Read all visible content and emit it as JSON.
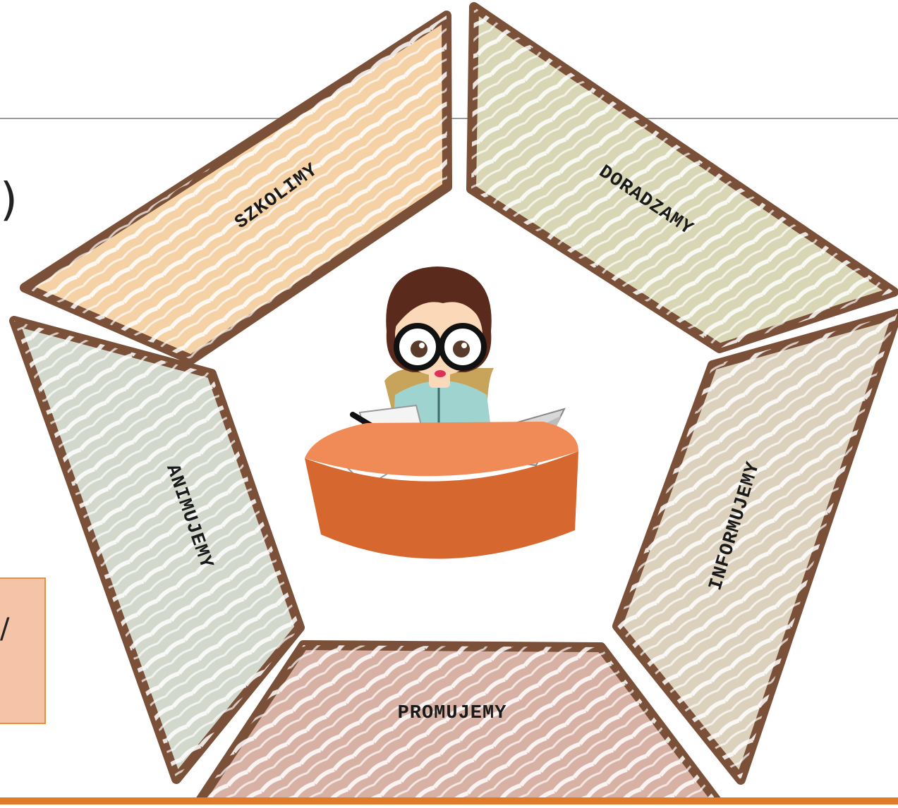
{
  "segments": {
    "top_left": {
      "label": "SZKOLIMY",
      "fill": "#f5d1a6"
    },
    "top_right": {
      "label": "DORADZAMY",
      "fill": "#d8d6b4"
    },
    "right": {
      "label": "INFORMUJEMY",
      "fill": "#dcd1bd"
    },
    "bottom": {
      "label": "PROMUJEMY",
      "fill": "#d8b1a5"
    },
    "left": {
      "label": "ANIMUJEMY",
      "fill": "#d3d8cc"
    }
  },
  "edge_fragments": {
    "paren": ")",
    "slash": "/"
  },
  "colors": {
    "outline": "#7a5038",
    "hatch": "#ffffff",
    "header_line": "#9a9a9a",
    "footer_bar": "#e07b2a",
    "side_box_fill": "#f4c3a8",
    "side_box_border": "#e8913c",
    "desk_top": "#f08b58",
    "desk_front": "#d6672f",
    "hair": "#5a2a1c",
    "skin": "#fbd9b8",
    "shirt": "#9fd3cf",
    "chair": "#c8a35a",
    "laptop": "#d8d8d8"
  },
  "icons": {
    "center": "office-worker-at-desk-icon"
  }
}
